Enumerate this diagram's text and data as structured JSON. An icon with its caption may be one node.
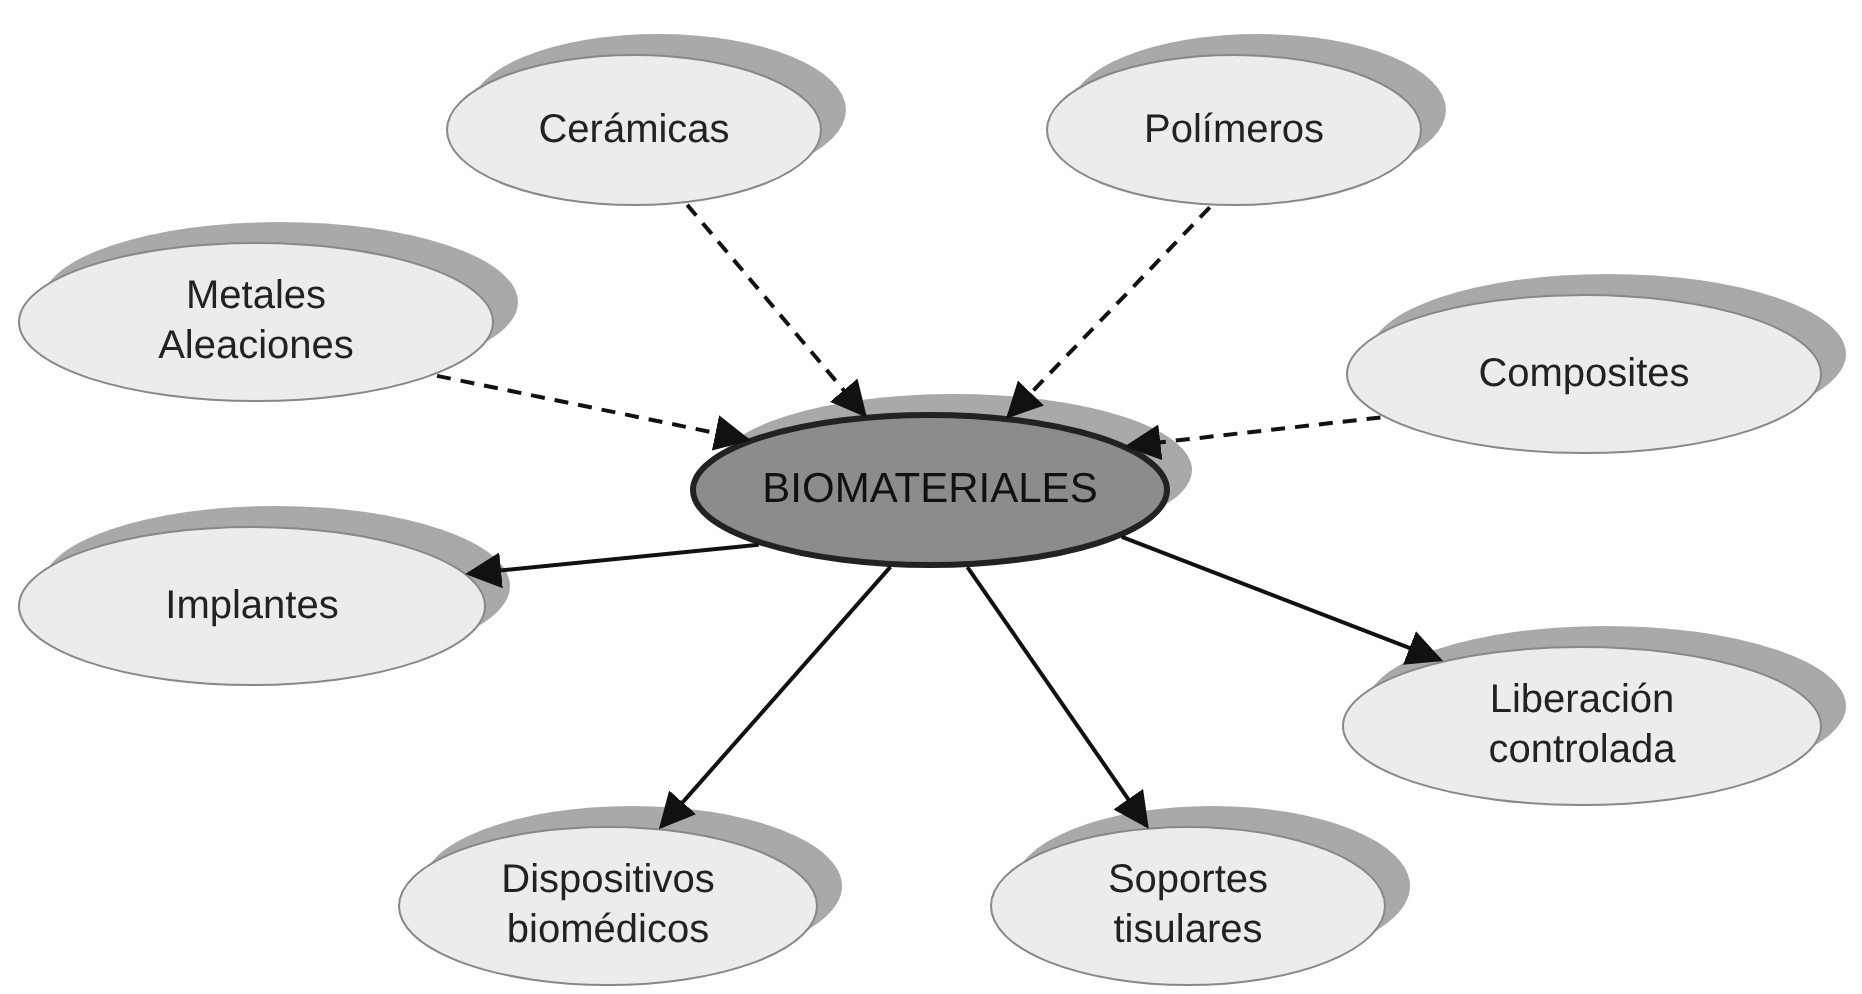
{
  "diagram": {
    "nodes": [
      {
        "text": [
          "BIOMATERIALES"
        ]
      },
      {
        "text": [
          "Cerámicas"
        ]
      },
      {
        "text": [
          "Polímeros"
        ]
      },
      {
        "text": [
          "Metales Aleaciones"
        ]
      },
      {
        "text": [
          "Composites"
        ]
      },
      {
        "text": [
          "Implantes"
        ]
      },
      {
        "text": [
          "Liberación controlada"
        ]
      },
      {
        "text": [
          "Dispositivos biomédicos"
        ]
      },
      {
        "text": [
          "Soportes tisulares"
        ]
      }
    ],
    "edges": [
      {
        "from": 1,
        "to": 0,
        "arrow": "to",
        "style": "dashed"
      },
      {
        "from": 2,
        "to": 0,
        "arrow": "to",
        "style": "dashed"
      },
      {
        "from": 3,
        "to": 0,
        "arrow": "to",
        "style": "dashed"
      },
      {
        "from": 4,
        "to": 0,
        "arrow": "to",
        "style": "dashed"
      },
      {
        "from": 0,
        "to": 5,
        "arrow": "to"
      },
      {
        "from": 0,
        "to": 6,
        "arrow": "to"
      },
      {
        "from": 0,
        "to": 7,
        "arrow": "to"
      },
      {
        "from": 0,
        "to": 8,
        "arrow": "to"
      }
    ]
  }
}
